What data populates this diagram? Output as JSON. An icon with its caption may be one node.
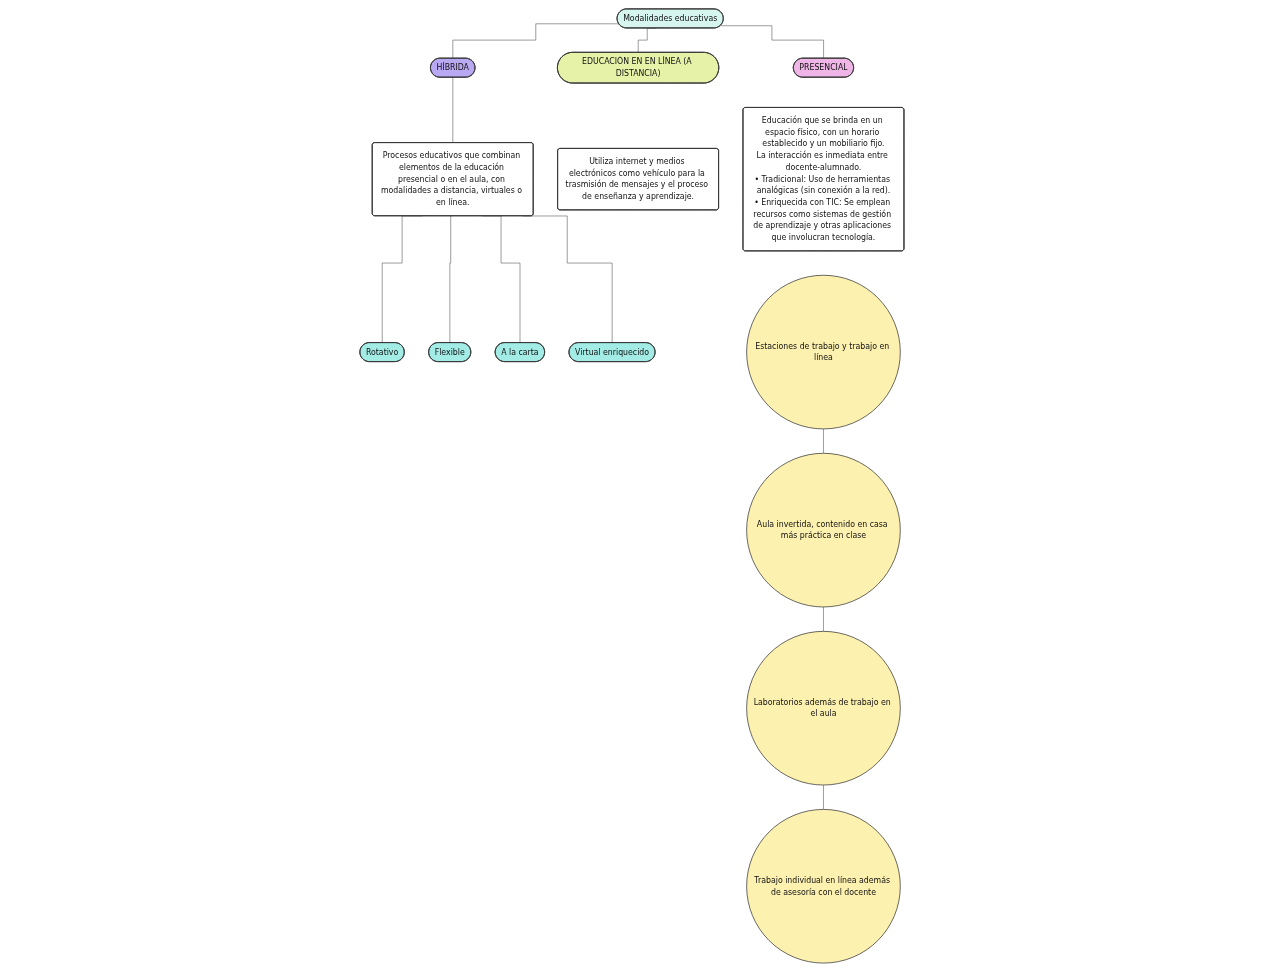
{
  "diagram": {
    "nodes": [
      {
        "text": [
          "Modalidades educativas"
        ]
      },
      {
        "text": [
          "PRESENCIAL"
        ]
      },
      {
        "text": [
          "EDUCACIÓN EN EN LÍNEA (A DISTANCIA)"
        ]
      },
      {
        "text": [
          "Educación que se brinda en un espacio físico, con un horario establecido y un mobiliario fijo.",
          "La interacción es inmediata entre docente-alumnado.",
          "• Tradicional: Uso de herramientas analógicas (sin conexión a la red).",
          "• Enriquecida con TIC: Se emplean recursos como sistemas de gestión de aprendizaje y otras aplicaciones que involucran tecnología."
        ]
      },
      {
        "text": [
          "Utiliza internet y medios electrónicos como vehículo para la trasmisión de mensajes y el proceso de enseñanza y aprendizaje."
        ]
      },
      {
        "text": [
          "HÍBRIDA"
        ]
      },
      {
        "text": [
          "Procesos educativos que combinan elementos de la educación presencial o en el aula, con modalidades a distancia, virtuales o en línea."
        ]
      },
      {
        "text": [
          "Rotativo"
        ]
      },
      {
        "text": [
          "Flexible"
        ]
      },
      {
        "text": [
          "A la carta"
        ]
      },
      {
        "text": [
          "Virtual enriquecido"
        ]
      },
      {
        "text": [
          "Estaciones de trabajo y trabajo en línea"
        ]
      },
      {
        "text": [
          "Aula invertida, contenido en casa más práctica en clase"
        ]
      },
      {
        "text": [
          "Laboratorios además de trabajo en el aula"
        ]
      },
      {
        "text": [
          "Trabajo individual en línea además de asesoría con el docente"
        ]
      }
    ],
    "edges": [
      {
        "from": 0,
        "to": 1,
        "arrow": "none"
      },
      {
        "from": 0,
        "to": 5,
        "arrow": "none"
      },
      {
        "from": 0,
        "to": 2,
        "arrow": "none"
      },
      {
        "from": 5,
        "to": 6,
        "arrow": "none"
      },
      {
        "from": 6,
        "to": 7,
        "arrow": "none"
      },
      {
        "from": 6,
        "to": 8,
        "arrow": "none"
      },
      {
        "from": 6,
        "to": 9,
        "arrow": "none"
      },
      {
        "from": 6,
        "to": 10,
        "arrow": "none"
      },
      {
        "from": 11,
        "to": 12,
        "arrow": "none"
      },
      {
        "from": 12,
        "to": 13,
        "arrow": "none"
      },
      {
        "from": 13,
        "to": 14,
        "arrow": "none"
      }
    ]
  }
}
